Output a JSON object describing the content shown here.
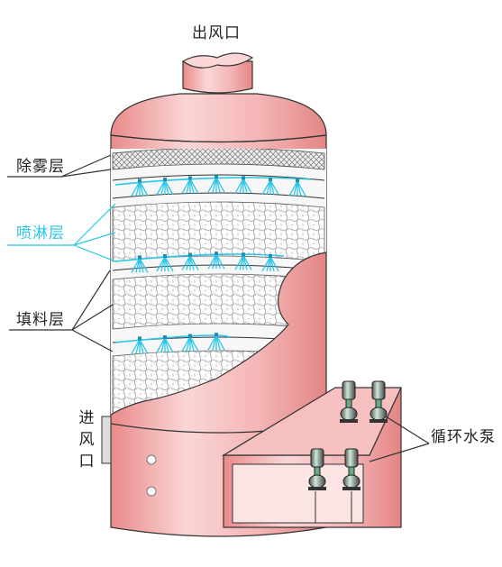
{
  "labels": {
    "outlet": "出风口",
    "demister": "除雾层",
    "spray": "喷淋层",
    "packing": "填料层",
    "inlet": [
      "进",
      "风",
      "口"
    ],
    "pump": "循环水泵"
  },
  "colors": {
    "shell": "#f2b3b3",
    "shell_dark": "#e98a8a",
    "packing_bg": "#f6f6f6",
    "spray": "#29c7e8",
    "outline": "#333333"
  }
}
